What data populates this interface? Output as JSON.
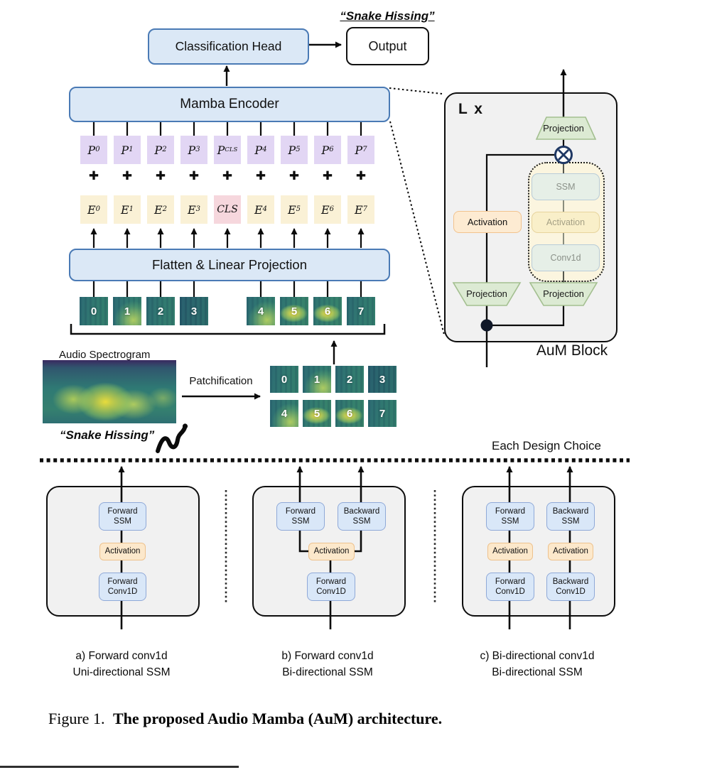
{
  "top": {
    "snake_hissing": "“Snake Hissing”",
    "classification_head": "Classification Head",
    "output": "Output",
    "mamba_encoder": "Mamba Encoder",
    "flatten": "Flatten & Linear Projection"
  },
  "tokens": {
    "plus": "✚",
    "p": [
      {
        "base": "P",
        "sub": "0"
      },
      {
        "base": "P",
        "sub": "1"
      },
      {
        "base": "P",
        "sub": "2"
      },
      {
        "base": "P",
        "sub": "3"
      },
      {
        "base": "P",
        "sub": "CLS"
      },
      {
        "base": "P",
        "sub": "4"
      },
      {
        "base": "P",
        "sub": "5"
      },
      {
        "base": "P",
        "sub": "6"
      },
      {
        "base": "P",
        "sub": "7"
      }
    ],
    "e": [
      {
        "base": "E",
        "sub": "0"
      },
      {
        "base": "E",
        "sub": "1"
      },
      {
        "base": "E",
        "sub": "2"
      },
      {
        "base": "E",
        "sub": "3"
      },
      {
        "base": "CLS",
        "sub": ""
      },
      {
        "base": "E",
        "sub": "4"
      },
      {
        "base": "E",
        "sub": "5"
      },
      {
        "base": "E",
        "sub": "6"
      },
      {
        "base": "E",
        "sub": "7"
      }
    ]
  },
  "patches": {
    "ids": [
      "0",
      "1",
      "2",
      "3",
      "4",
      "5",
      "6",
      "7"
    ]
  },
  "spectrogram": {
    "label": "Audio Spectrogram",
    "caption": "“Snake Hissing”",
    "patchification": "Patchification"
  },
  "aum_block": {
    "repeat": "L x",
    "projection_top": "Projection",
    "multiply_icon": "⊗",
    "ssm": "SSM",
    "activation_inner": "Activation",
    "conv1d": "Conv1d",
    "activation_left": "Activation",
    "projection_left": "Projection",
    "projection_right": "Projection",
    "title": "AuM Block"
  },
  "design": {
    "header": "Each Design Choice",
    "a": {
      "ssm": {
        "l1": "Forward",
        "l2": "SSM"
      },
      "activation": "Activation",
      "conv": {
        "l1": "Forward",
        "l2": "Conv1D"
      },
      "caption1": "a) Forward conv1d",
      "caption2": "Uni-directional SSM"
    },
    "b": {
      "ssm_fwd": {
        "l1": "Forward",
        "l2": "SSM"
      },
      "ssm_bwd": {
        "l1": "Backward",
        "l2": "SSM"
      },
      "activation": "Activation",
      "conv": {
        "l1": "Forward",
        "l2": "Conv1D"
      },
      "caption1": "b) Forward conv1d",
      "caption2": "Bi-directional SSM"
    },
    "c": {
      "ssm_fwd": {
        "l1": "Forward",
        "l2": "SSM"
      },
      "ssm_bwd": {
        "l1": "Backward",
        "l2": "SSM"
      },
      "activation_fwd": "Activation",
      "activation_bwd": "Activation",
      "conv_fwd": {
        "l1": "Forward",
        "l2": "Conv1D"
      },
      "conv_bwd": {
        "l1": "Backward",
        "l2": "Conv1D"
      },
      "caption1": "c) Bi-directional conv1d",
      "caption2": "Bi-directional SSM"
    }
  },
  "figure_caption": {
    "prefix": "Figure 1.",
    "text": "The proposed Audio Mamba (AuM) architecture."
  },
  "colors": {
    "accent_blue_border": "#4a7ab5",
    "accent_blue_fill": "#dbe8f6",
    "p_token": "#e2d6f4",
    "e_token": "#faf1d6",
    "cls_token": "#f6d7dd",
    "green_trapezoid": "#dcead3",
    "orange_activation": "#fdebd2",
    "gray_panel": "#f1f1f1",
    "multiply_navy": "#1f3864"
  }
}
